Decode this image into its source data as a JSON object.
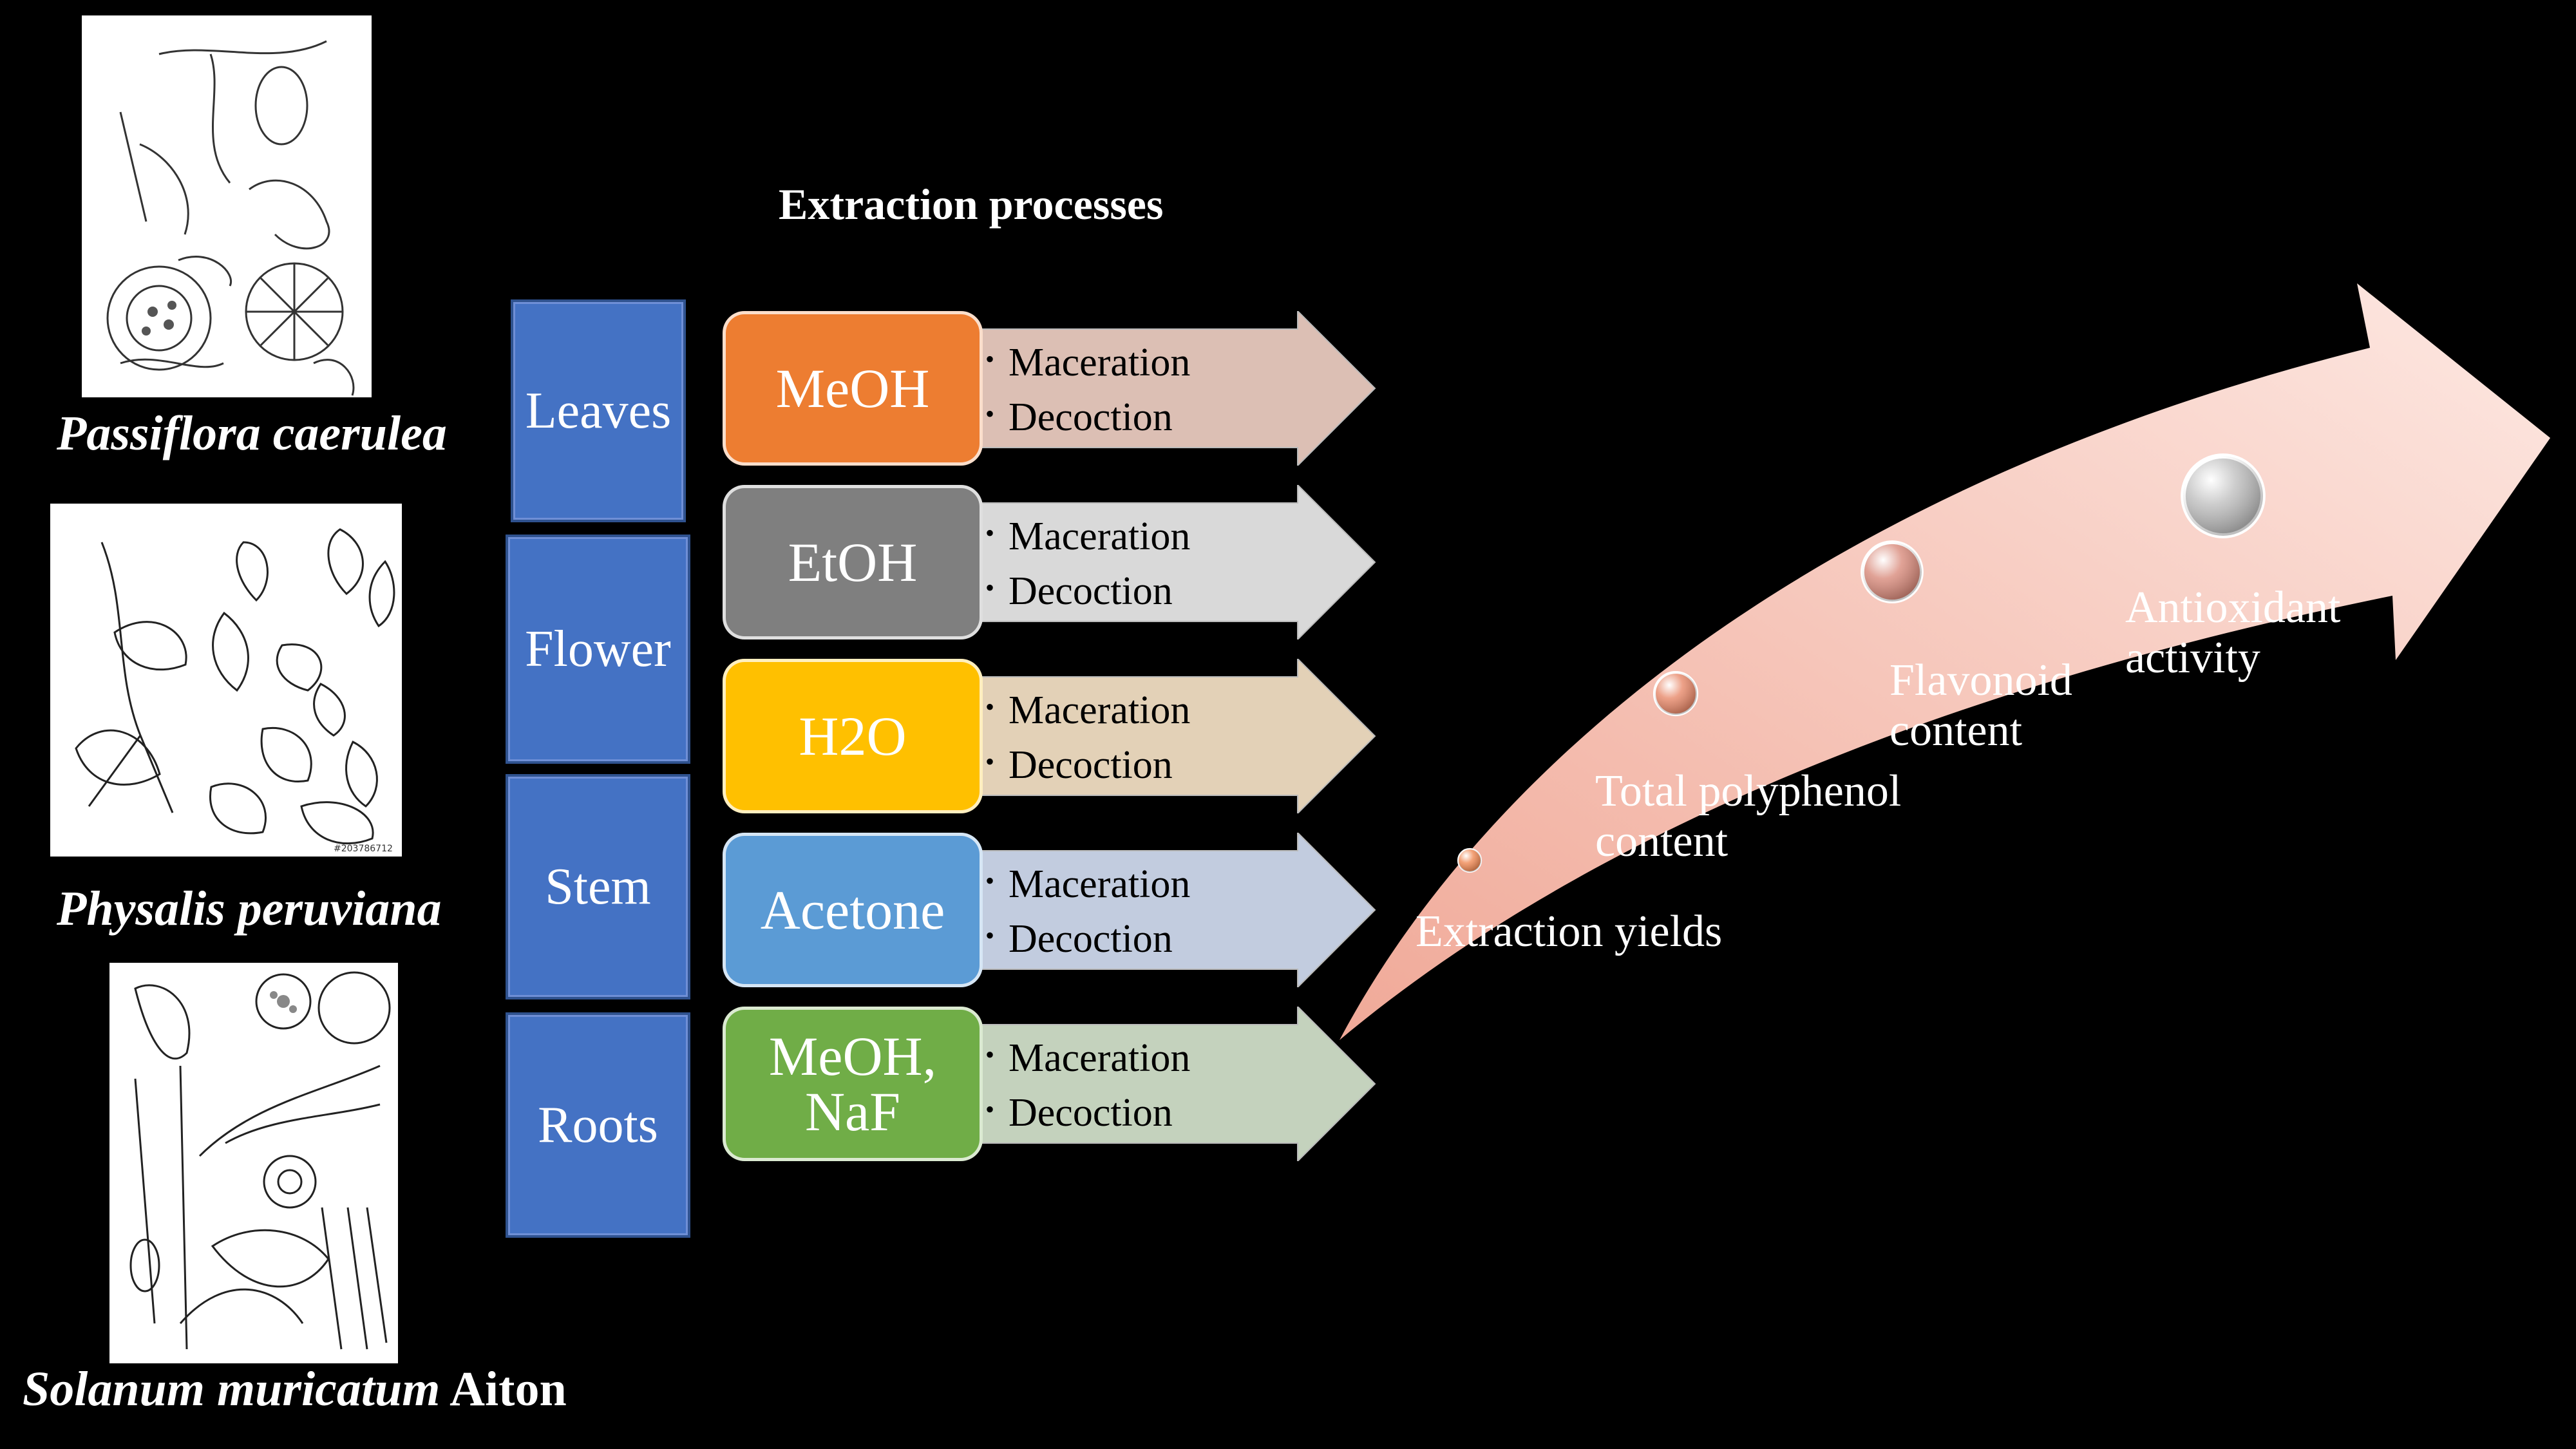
{
  "plants": [
    {
      "name_italic": "Passiflora caerulea",
      "name_plain": ""
    },
    {
      "name_italic": "Physalis peruviana",
      "name_plain": ""
    },
    {
      "name_italic": "Solanum muricatum",
      "name_plain": " Aiton"
    }
  ],
  "plant_image_stamp": "#203786712",
  "parts": [
    "Leaves",
    "Flower",
    "Stem",
    "Roots"
  ],
  "section_title": "Extraction processes",
  "solvents": [
    {
      "label": "MeOH",
      "color": "#ed7d31",
      "arrow_color": "#dcbfb4"
    },
    {
      "label": "EtOH",
      "color": "#7f7f7f",
      "arrow_color": "#d9d9d9"
    },
    {
      "label": "H2O",
      "color": "#ffc000",
      "arrow_color": "#e3d1b7"
    },
    {
      "label": "Acetone",
      "color": "#5b9bd5",
      "arrow_color": "#c2ccdf"
    },
    {
      "label": "MeOH,\nNaF",
      "color": "#70ad47",
      "arrow_color": "#c4d2bd"
    }
  ],
  "methods": [
    "Maceration",
    "Decoction"
  ],
  "outcomes": [
    {
      "label": "Extraction yields",
      "marker_color": "#f08a55"
    },
    {
      "label": "Total polyphenol\ncontent",
      "marker_color": "#e8896a"
    },
    {
      "label": "Flavonoid\ncontent",
      "marker_color": "#d98b7c"
    },
    {
      "label": "Antioxidant\nactivity",
      "marker_color": "#bfbfbf"
    }
  ],
  "colors": {
    "background": "#000000",
    "part_fill": "#4472c4",
    "big_arrow_light": "#fde8e2",
    "big_arrow_dark": "#f0a998"
  }
}
